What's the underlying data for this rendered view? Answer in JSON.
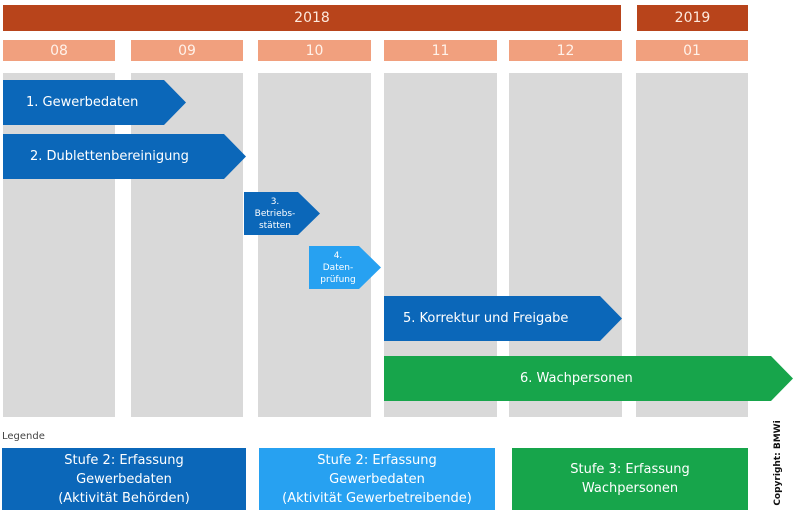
{
  "timeline": {
    "years": [
      "2018",
      "2019"
    ],
    "months": [
      "08",
      "09",
      "10",
      "11",
      "12",
      "01"
    ]
  },
  "tasks": [
    {
      "label": "1. Gewerbedaten"
    },
    {
      "label": "2. Dublettenbereinigung"
    },
    {
      "label_lines": [
        "3.",
        "Betriebs-",
        "stätten"
      ]
    },
    {
      "label_lines": [
        "4.",
        "Daten-",
        "prüfung"
      ]
    },
    {
      "label": "5. Korrektur und Freigabe"
    },
    {
      "label": "6. Wachpersonen"
    }
  ],
  "legend": {
    "title": "Legende",
    "items": [
      {
        "lines": [
          "Stufe 2: Erfassung",
          "Gewerbedaten",
          "(Aktivität Behörden)"
        ],
        "color": "#0b67b9"
      },
      {
        "lines": [
          "Stufe 2: Erfassung",
          "Gewerbedaten",
          "(Aktivität Gewerbetreibende)"
        ],
        "color": "#27a1f1"
      },
      {
        "lines": [
          "Stufe 3: Erfassung",
          "Wachpersonen"
        ],
        "color": "#17a54b"
      }
    ]
  },
  "copyright": "Copyright: BMWi"
}
